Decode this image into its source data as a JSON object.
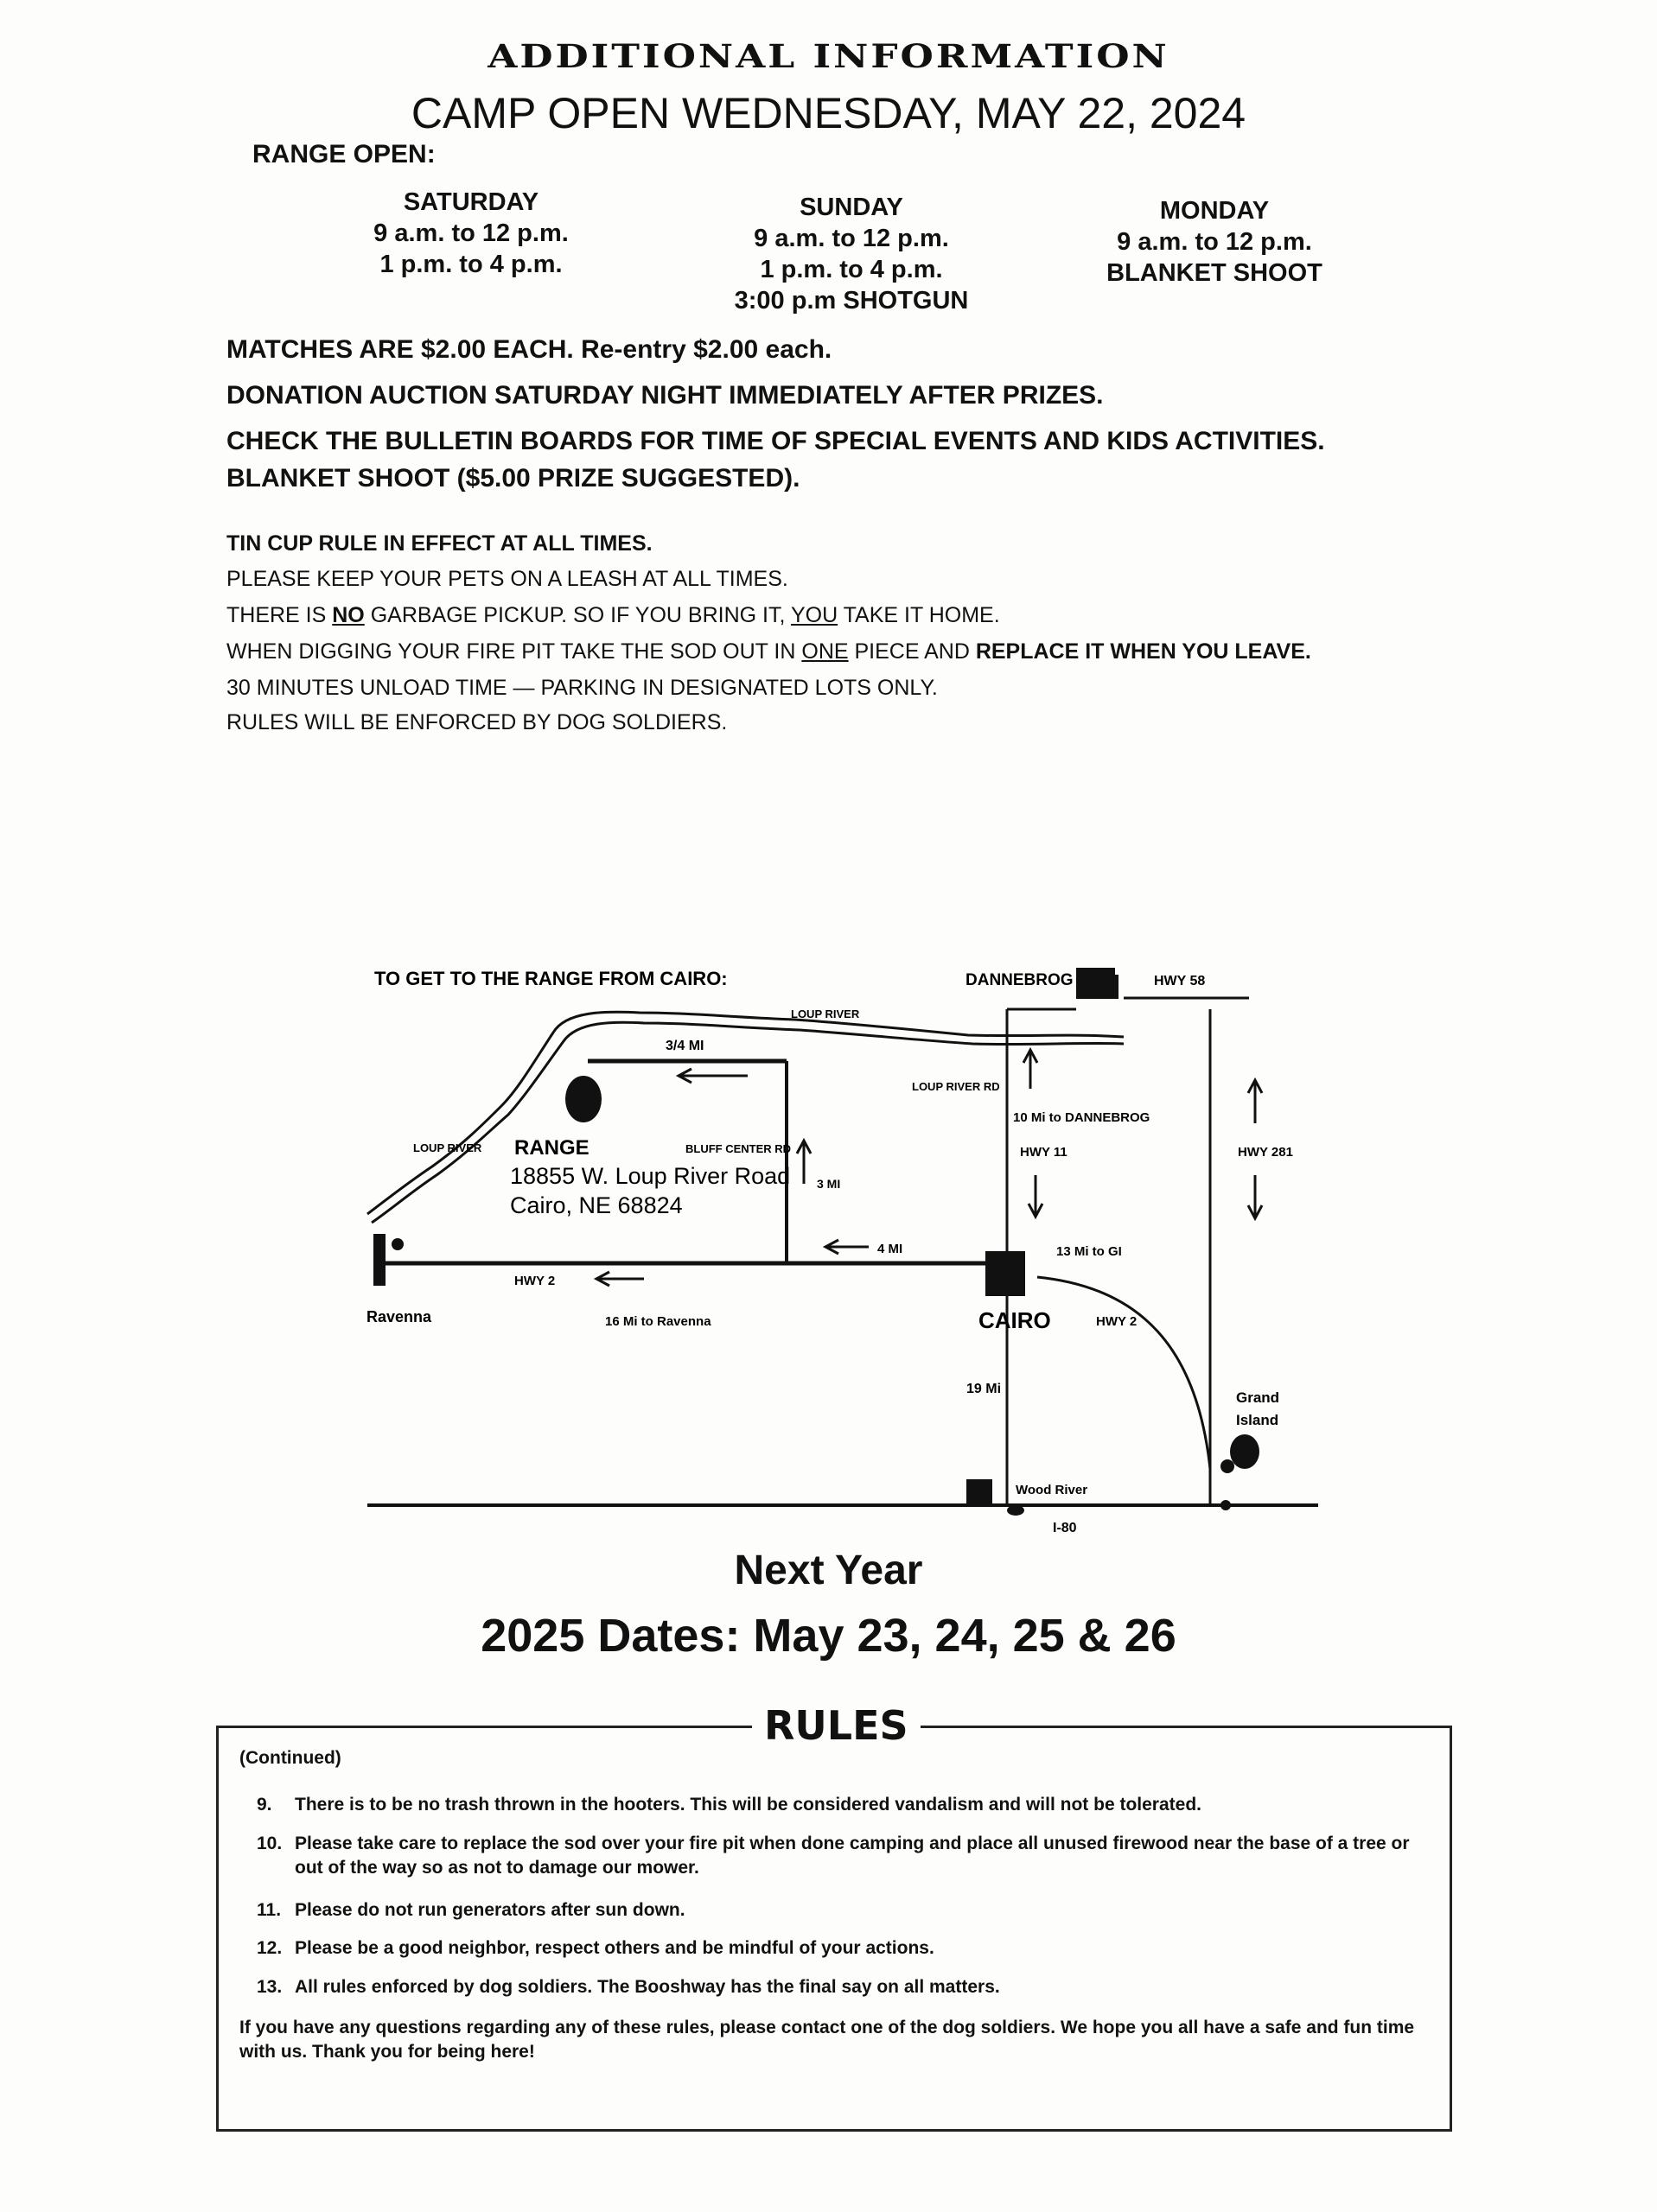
{
  "header": {
    "title": "ADDITIONAL INFORMATION",
    "subtitle": "CAMP OPEN WEDNESDAY, MAY 22, 2024"
  },
  "range_open": {
    "label": "RANGE OPEN:",
    "days": [
      {
        "day": "SATURDAY",
        "lines": [
          "9 a.m. to 12 p.m.",
          "1 p.m. to 4 p.m."
        ]
      },
      {
        "day": "SUNDAY",
        "lines": [
          "9 a.m. to 12 p.m.",
          "1 p.m. to 4 p.m.",
          "3:00 p.m SHOTGUN"
        ]
      },
      {
        "day": "MONDAY",
        "lines": [
          "9 a.m. to 12 p.m.",
          "BLANKET SHOOT"
        ]
      }
    ]
  },
  "announcements": [
    "MATCHES ARE $2.00 EACH.  Re-entry $2.00 each.",
    "DONATION AUCTION SATURDAY NIGHT IMMEDIATELY AFTER PRIZES.",
    "CHECK THE BULLETIN BOARDS FOR TIME OF SPECIAL EVENTS AND KIDS ACTIVITIES.",
    "BLANKET SHOOT ($5.00 PRIZE SUGGESTED)."
  ],
  "notes": {
    "tin_cup": "TIN CUP RULE IN EFFECT AT ALL TIMES.",
    "pets": "PLEASE KEEP YOUR PETS ON A LEASH AT ALL TIMES.",
    "garbage": {
      "a": "THERE IS ",
      "b": "NO",
      "c": " GARBAGE PICKUP. SO IF YOU BRING IT, ",
      "d": "YOU",
      "e": " TAKE IT HOME."
    },
    "fire_pit": {
      "a": "WHEN DIGGING YOUR FIRE PIT TAKE THE SOD OUT IN ",
      "b": "ONE",
      "c": " PIECE AND ",
      "d": "REPLACE IT WHEN YOU LEAVE."
    },
    "unload": "30 MINUTES UNLOAD TIME — PARKING IN DESIGNATED LOTS ONLY.",
    "enforced": "RULES WILL BE ENFORCED BY DOG SOLDIERS."
  },
  "map": {
    "heading": "TO GET TO THE RANGE FROM CAIRO:",
    "labels": {
      "dannebrog": "DANNEBROG",
      "hwy58": "HWY 58",
      "loup_river_top": "LOUP RIVER",
      "three_quarter_mi": "3/4 MI",
      "loup_river_rd": "LOUP RIVER RD",
      "ten_mi": "10 Mi to DANNEBROG",
      "loup_river_left": "LOUP RIVER",
      "range": "RANGE",
      "address1": "18855 W. Loup River Road",
      "address2": "Cairo, NE 68824",
      "bluff_center": "BLUFF CENTER RD",
      "three_mi": "3 MI",
      "hwy11": "HWY 11",
      "hwy281": "HWY 281",
      "four_mi": "4 MI",
      "thirteen_mi": "13 Mi to GI",
      "hwy2_left": "HWY 2",
      "ravenna": "Ravenna",
      "sixteen_mi": "16 Mi to Ravenna",
      "cairo": "CAIRO",
      "hwy2_right": "HWY 2",
      "nineteen_mi": "19 Mi",
      "grand": "Grand",
      "island": "Island",
      "wood_river": "Wood River",
      "i80": "I-80"
    }
  },
  "next_year": {
    "title": "Next Year",
    "dates": "2025 Dates: May 23, 24, 25 & 26"
  },
  "rules": {
    "title": "RULES",
    "continued": "(Continued)",
    "items": [
      {
        "num": "9.",
        "text": "There is to be no trash thrown in the hooters. This will be considered vandalism and will not be tolerated."
      },
      {
        "num": "10.",
        "text": "Please take care to replace the sod over your fire pit when done camping and place all unused firewood near the base of a tree or out of the way so as not to damage our mower."
      },
      {
        "num": "11.",
        "text": "Please do not run generators after sun down."
      },
      {
        "num": "12.",
        "text": "Please be a good neighbor, respect others and be mindful of your actions."
      },
      {
        "num": "13.",
        "text": "All rules enforced by dog soldiers. The Booshway has the final say on all matters."
      }
    ],
    "closing": "If you have any questions regarding any of these rules, please contact one of the dog soldiers. We hope you all have a safe and fun time with us. Thank you for being here!"
  }
}
